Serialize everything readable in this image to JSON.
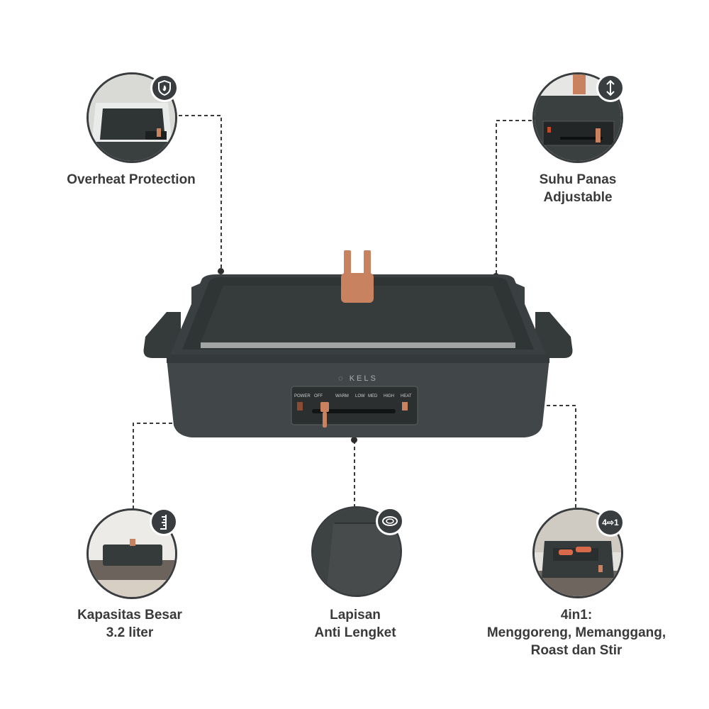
{
  "brand": "KELS",
  "features": [
    {
      "lines": [
        "Overheat Protection"
      ],
      "icon": "shield-flame-icon"
    },
    {
      "lines": [
        "Suhu Panas",
        "Adjustable"
      ],
      "icon": "vertical-arrows-icon"
    },
    {
      "lines": [
        "Kapasitas Besar",
        "3.2 liter"
      ],
      "icon": "measuring-scale-icon"
    },
    {
      "lines": [
        "Lapisan",
        "Anti Lengket"
      ],
      "icon": "pan-coating-icon"
    },
    {
      "lines": [
        "4in1:",
        "Menggoreng, Memanggang,",
        "Roast dan Stir"
      ],
      "icon": "four-in-one-icon"
    }
  ],
  "badge_text": "4⇨1",
  "control_panel": {
    "power": "POWER",
    "off": "OFF",
    "warm": "WARM",
    "low": "LOW",
    "med": "MED",
    "high": "HIGH",
    "heat": "HEAT"
  },
  "colors": {
    "body": "#3f4546",
    "lid": "#363b3c",
    "accent": "#c9825f",
    "line": "#3a3a3a"
  }
}
